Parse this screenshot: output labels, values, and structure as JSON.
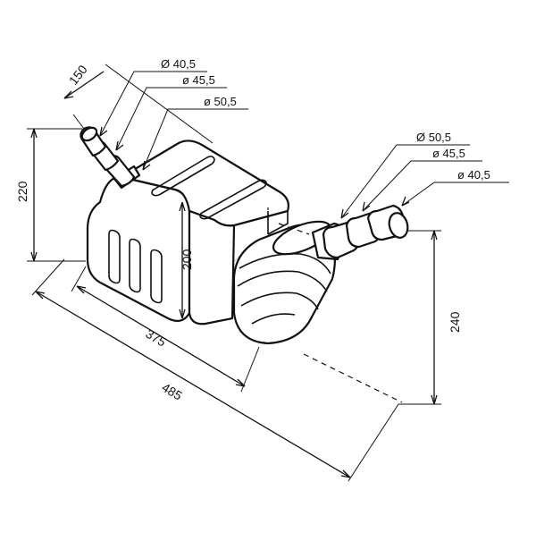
{
  "left_hose": {
    "callouts": [
      "Ø 40,5",
      "ø 45,5",
      "ø 50,5"
    ]
  },
  "right_hose": {
    "callouts": [
      "Ø 50,5",
      "ø 45,5",
      "ø 40,5"
    ]
  },
  "dimensions": {
    "d150": "150",
    "d220": "220",
    "d200": "200",
    "d375": "375",
    "d485": "485",
    "d240": "240"
  },
  "colors": {
    "line": "#111111",
    "background": "#ffffff"
  }
}
